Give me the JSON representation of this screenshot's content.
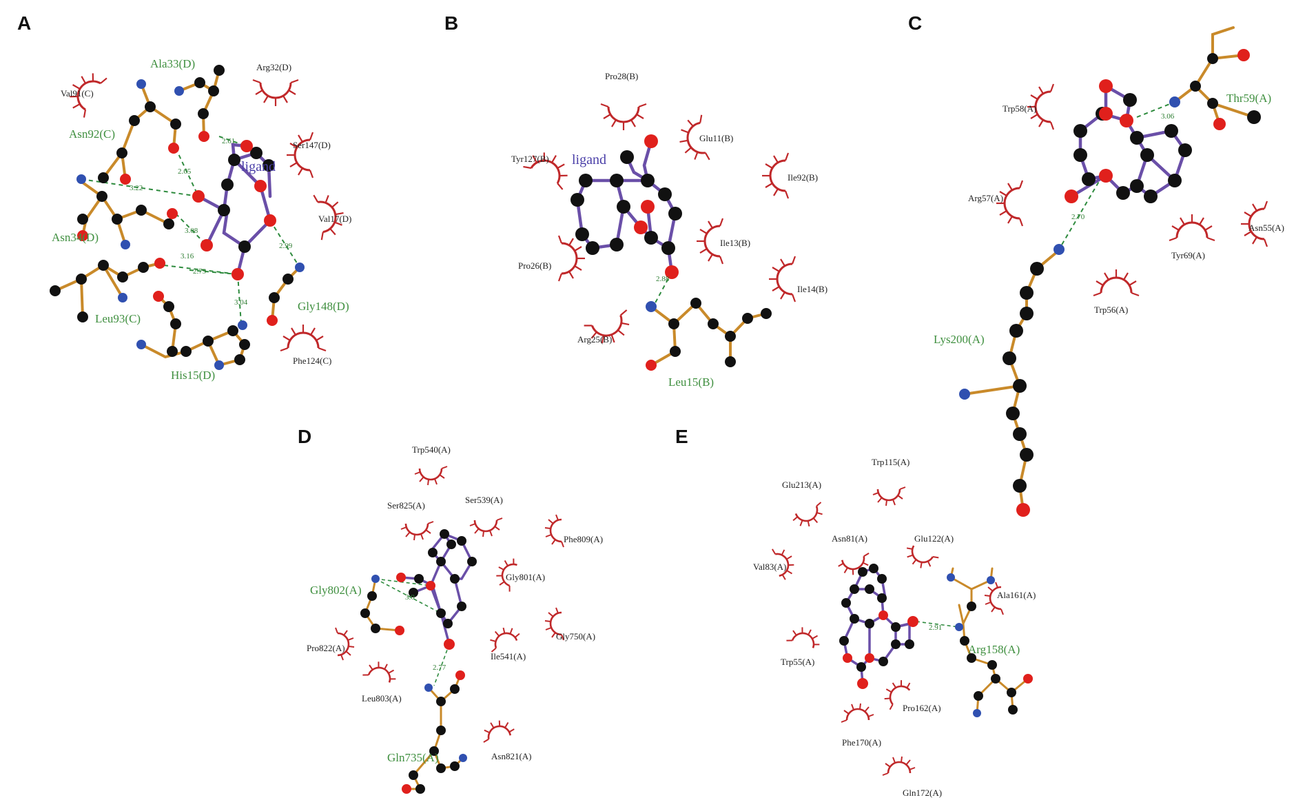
{
  "panels": {
    "A": {
      "letter": "A",
      "ligand_label": "ligand",
      "residues": [
        "Ala33(D)",
        "Asn92(C)",
        "Asn34(D)",
        "Leu93(C)",
        "His15(D)",
        "Gly148(D)"
      ],
      "hydrophobic": [
        "Val91(C)",
        "Arg32(D)",
        "Ser147(D)",
        "Val17(D)",
        "Phe124(C)"
      ],
      "distances": [
        "2.61",
        "2.65",
        "3.22",
        "3.08",
        "3.16",
        "2.79",
        "2.99",
        "3.04"
      ]
    },
    "B": {
      "letter": "B",
      "ligand_label": "ligand",
      "residues": [
        "Leu15(B)"
      ],
      "hydrophobic": [
        "Pro28(B)",
        "Glu11(B)",
        "Tyr127(B)",
        "Ile92(B)",
        "Ile13(B)",
        "Pro26(B)",
        "Ile14(B)",
        "Arg25(B)"
      ],
      "distances": [
        "2.88"
      ]
    },
    "C": {
      "letter": "C",
      "residues": [
        "Thr59(A)",
        "Lys200(A)"
      ],
      "hydrophobic": [
        "Trp58(A)",
        "Arg57(A)",
        "Asn55(A)",
        "Tyr69(A)",
        "Trp56(A)"
      ],
      "distances": [
        "3.06",
        "2.70"
      ]
    },
    "D": {
      "letter": "D",
      "residues": [
        "Gly802(A)",
        "Gln735(A)"
      ],
      "hydrophobic": [
        "Trp540(A)",
        "Ser825(A)",
        "Ser539(A)",
        "Phe809(A)",
        "Gly801(A)",
        "Gly750(A)",
        "Pro822(A)",
        "Ile541(A)",
        "Leu803(A)",
        "Asn821(A)"
      ],
      "distances": [
        "3.0",
        "2.77"
      ]
    },
    "E": {
      "letter": "E",
      "residues": [
        "Arg158(A)"
      ],
      "hydrophobic": [
        "Trp115(A)",
        "Glu213(A)",
        "Asn81(A)",
        "Glu122(A)",
        "Val83(A)",
        "Ala161(A)",
        "Trp55(A)",
        "Pro162(A)",
        "Phe170(A)",
        "Gln172(A)"
      ],
      "distances": [
        "2.91"
      ]
    }
  },
  "colors": {
    "carbon": "#111111",
    "oxygen": "#e0201c",
    "nitrogen": "#3050b0",
    "ligand_bond": "#6a4fa8",
    "residue_bond": "#c98a2a",
    "hbond": "#2e8b3e",
    "hydrophobic_arc": "#c0282a"
  }
}
